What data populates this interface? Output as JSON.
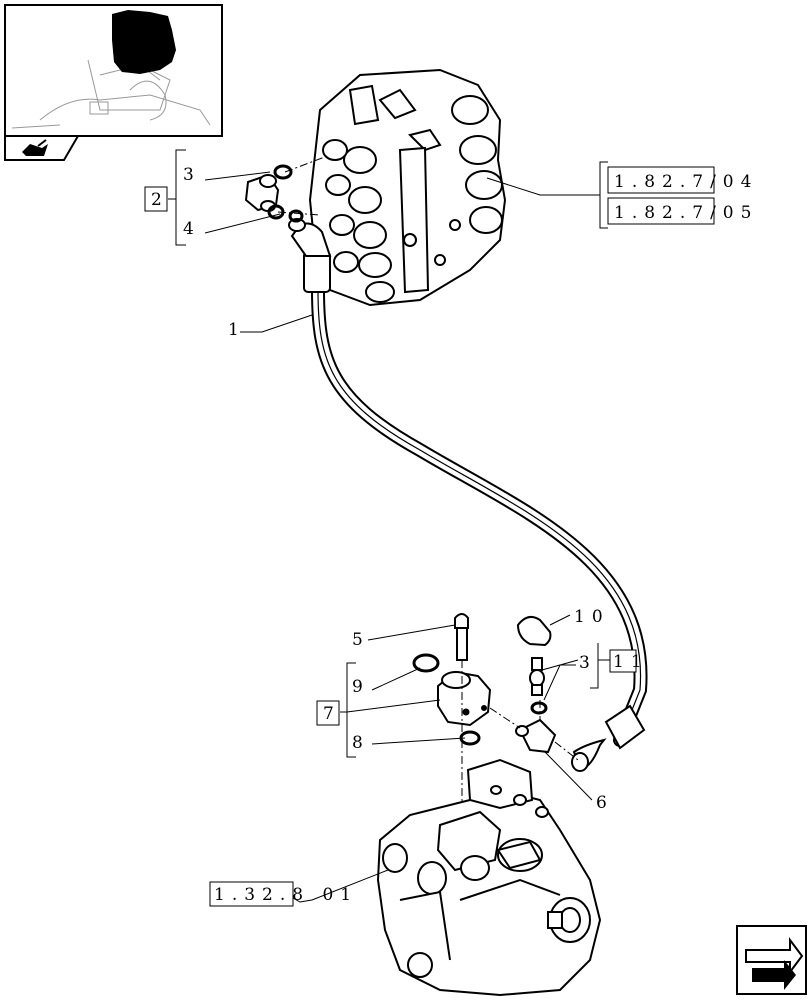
{
  "thumbnail": {
    "icon": "tractor-location-thumbnail"
  },
  "nav_prev": {
    "icon": "previous-page-arrow-icon"
  },
  "nav_next": {
    "icon": "next-page-arrow-icon"
  },
  "references": {
    "valve_ref_1": "1.82.7/04",
    "valve_ref_2": "1.82.7/05",
    "pump_ref": "1.32.8 01"
  },
  "callouts": {
    "c1": "1",
    "c2": "2",
    "c3_top": "3",
    "c4": "4",
    "c5": "5",
    "c6": "6",
    "c7": "7",
    "c8": "8",
    "c9": "9",
    "c10": "10",
    "c3_bottom": "3",
    "c11": "11"
  }
}
